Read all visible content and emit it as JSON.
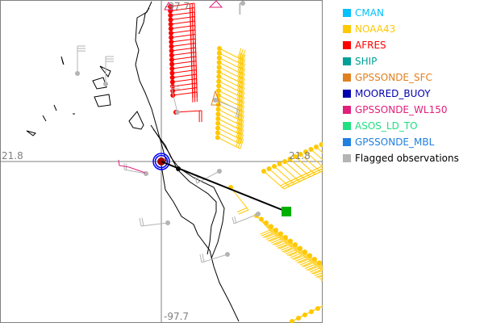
{
  "map": {
    "axis_labels": {
      "lon_top": "-97.7",
      "lat_left": "21.8",
      "lat_right": "21.8",
      "lon_bottom": "-97.7"
    }
  },
  "legend": {
    "items": [
      {
        "label": "CMAN",
        "color": "#00c0ff"
      },
      {
        "label": "NOAA43",
        "color": "#ffc800"
      },
      {
        "label": "AFRES",
        "color": "#ff0000"
      },
      {
        "label": "SHIP",
        "color": "#00a098"
      },
      {
        "label": "GPSSONDE_SFC",
        "color": "#e08020"
      },
      {
        "label": "MOORED_BUOY",
        "color": "#0000b0"
      },
      {
        "label": "GPSSONDE_WL150",
        "color": "#e0207a"
      },
      {
        "label": "ASOS_LD_TO",
        "color": "#20e080"
      },
      {
        "label": "GPSSONDE_MBL",
        "color": "#2080e0"
      },
      {
        "label": "Flagged observations",
        "color": "#b4b4b4",
        "text_color": "#000000"
      }
    ]
  }
}
